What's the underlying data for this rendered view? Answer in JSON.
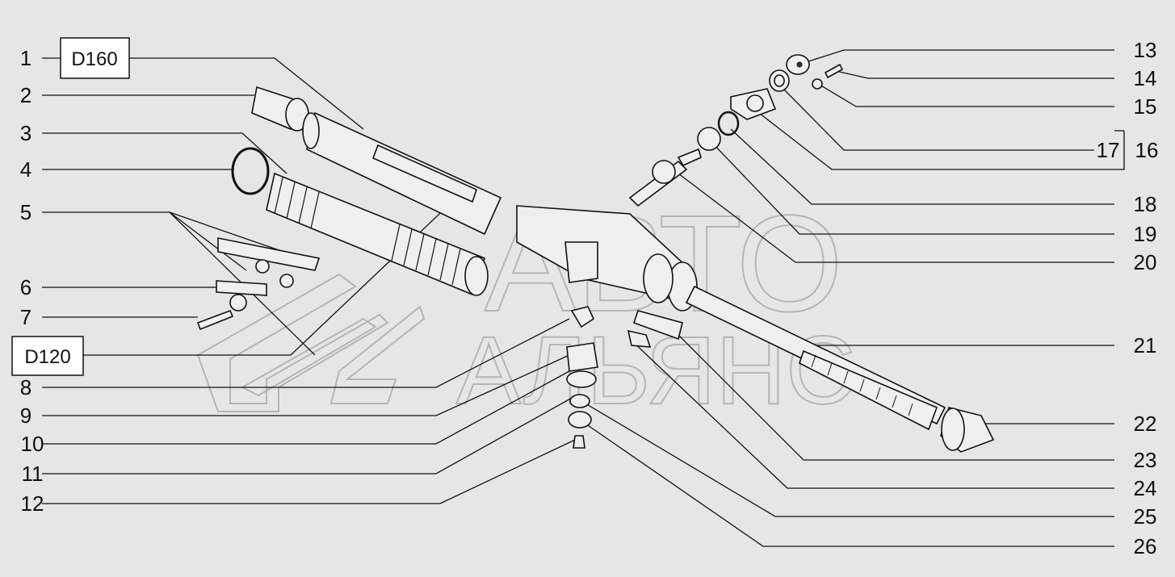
{
  "watermark": {
    "line1": "АВТО",
    "line2": "АЛЬЯНС"
  },
  "box_labels": [
    {
      "id": "d160",
      "text": "D160"
    },
    {
      "id": "d120",
      "text": "D120"
    }
  ],
  "callouts_left": [
    "1",
    "2",
    "3",
    "4",
    "5",
    "6",
    "7",
    "8",
    "9",
    "10",
    "11",
    "12"
  ],
  "callouts_right": [
    "13",
    "14",
    "15",
    "17",
    "16",
    "18",
    "19",
    "20",
    "21",
    "22",
    "23",
    "24",
    "25",
    "26"
  ]
}
